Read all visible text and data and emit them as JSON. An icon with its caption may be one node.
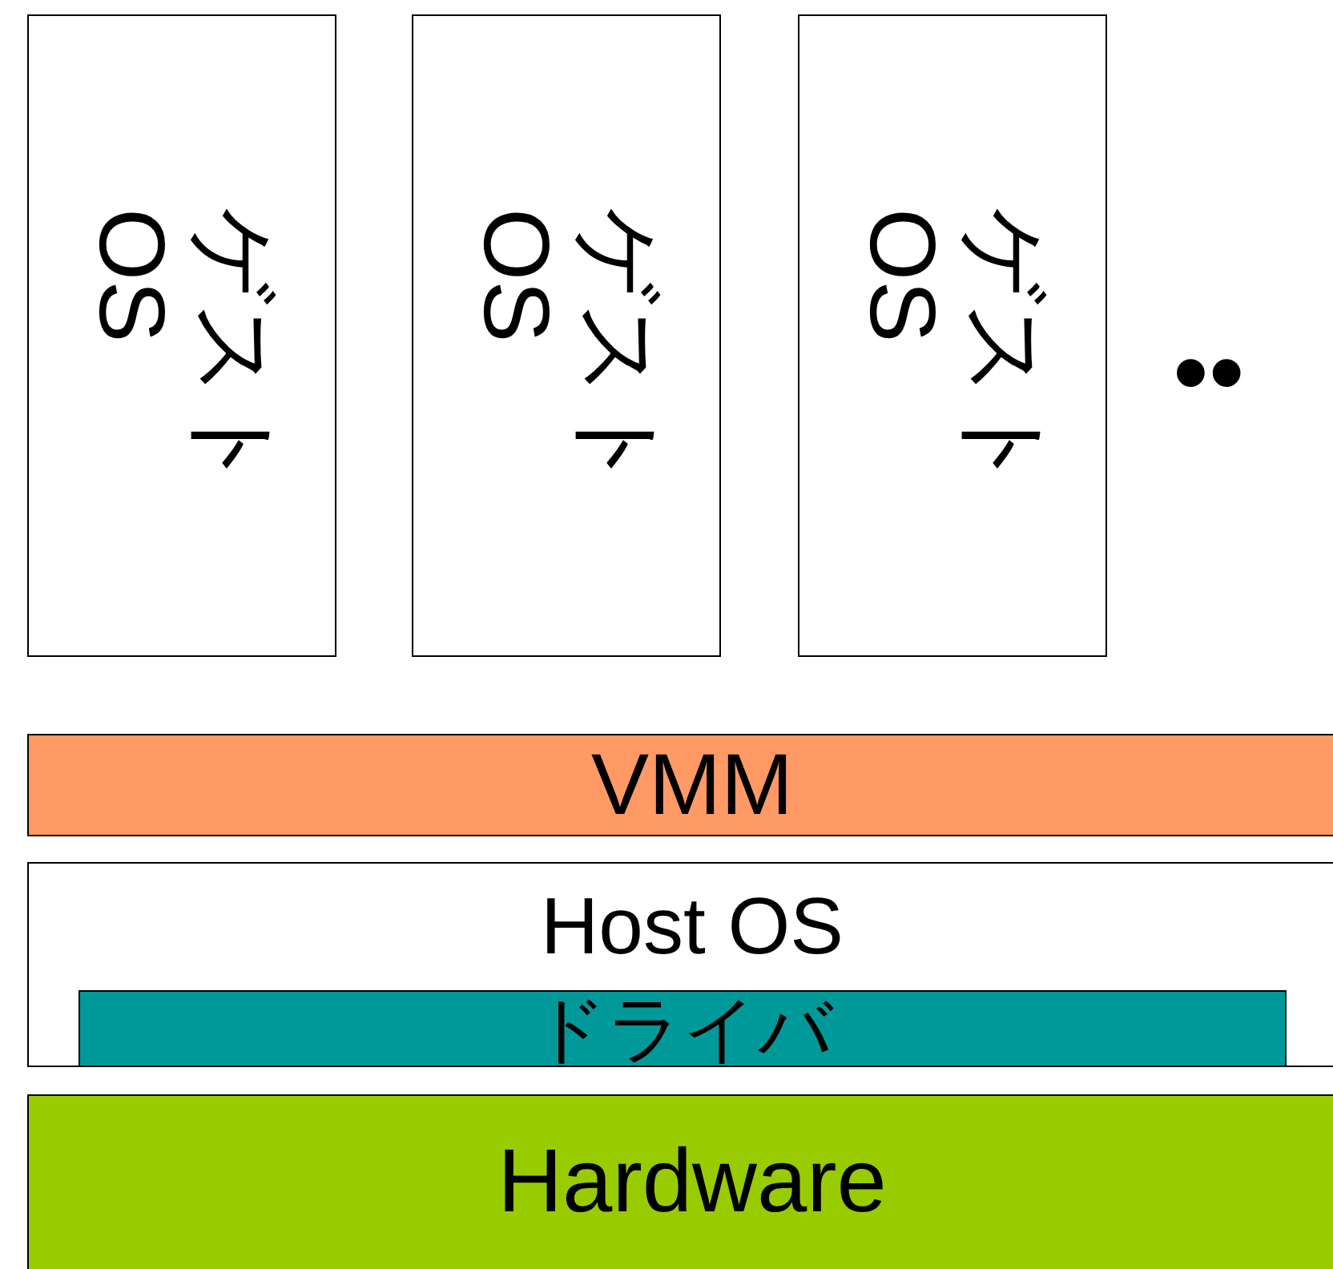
{
  "diagram": {
    "nodes": [
      {
        "text": [
          "ゲスト OS"
        ]
      },
      {
        "text": [
          "ゲスト OS"
        ]
      },
      {
        "text": [
          "ゲスト OS"
        ]
      },
      {
        "text": [
          "VMM"
        ]
      },
      {
        "text": [
          "Host OS"
        ]
      },
      {
        "text": [
          "ドライバ"
        ],
        "in": 4
      },
      {
        "text": [
          "Hardware"
        ]
      }
    ],
    "edges": [],
    "labels": [
      "••"
    ]
  }
}
